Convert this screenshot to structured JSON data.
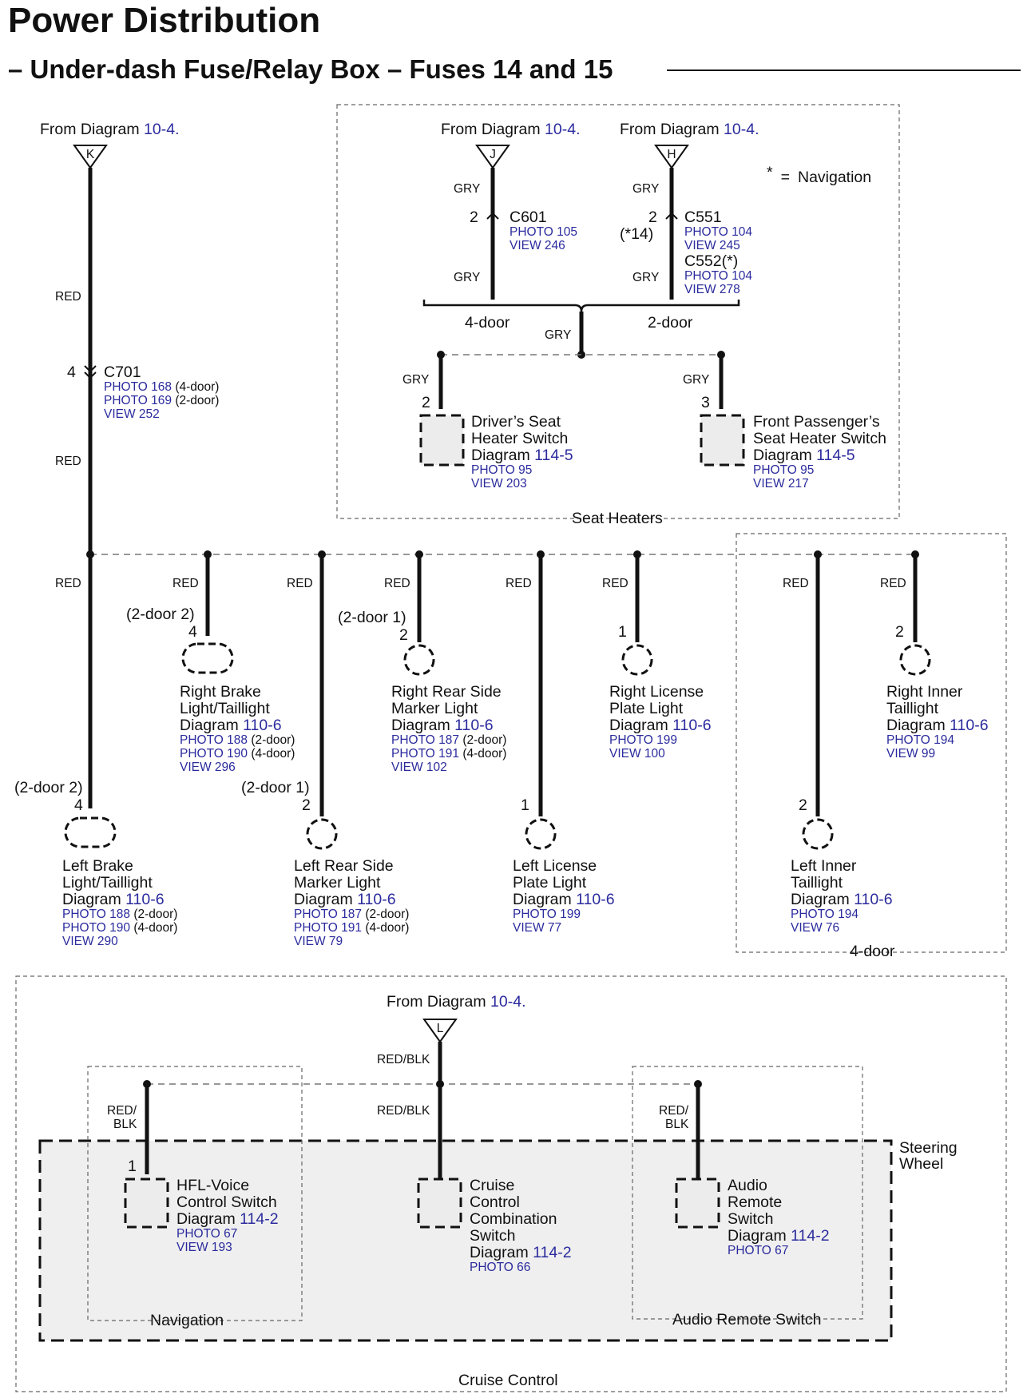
{
  "header": {
    "title": "Power Distribution",
    "subtitle": "– Under-dash Fuse/Relay Box – Fuses 14 and 15"
  },
  "common": {
    "from_diagram": "From Diagram",
    "diagram_ref": "10-4",
    "diagram_word": "Diagram",
    "period": "."
  },
  "sources": {
    "K": "K",
    "J": "J",
    "H": "H",
    "L": "L"
  },
  "nav_note": {
    "star": "*",
    "eq": "=",
    "label": "Navigation"
  },
  "wire_colors": {
    "red": "RED",
    "gry": "GRY",
    "red_blk_a": "RED/",
    "red_blk_b": "BLK",
    "red_blk": "RED/BLK"
  },
  "connectors": {
    "c701": {
      "pin": "4",
      "name": "C701",
      "photo1": "PHOTO 168",
      "photo1_note": "(4-door)",
      "photo2": "PHOTO 169",
      "photo2_note": "(2-door)",
      "view": "VIEW 252"
    },
    "c601": {
      "pin": "2",
      "name": "C601",
      "photo": "PHOTO 105",
      "view": "VIEW 246"
    },
    "c551": {
      "pin": "2",
      "pin_nav": "(*14)",
      "name": "C551",
      "photo": "PHOTO 104",
      "view": "VIEW 245"
    },
    "c552": {
      "name": "C552(*)",
      "photo": "PHOTO 104",
      "view": "VIEW 278"
    }
  },
  "seat_heaters": {
    "group_label": "Seat Heaters",
    "four_door": "4-door",
    "two_door": "2-door",
    "driver": {
      "pin": "2",
      "line1": "Driver’s Seat",
      "line2": "Heater Switch",
      "diagram": "114-5",
      "photo": "PHOTO 95",
      "view": "VIEW 203"
    },
    "passenger": {
      "pin": "3",
      "line1": "Front Passenger’s",
      "line2": "Seat Heater Switch",
      "diagram": "114-5",
      "photo": "PHOTO 95",
      "view": "VIEW 217"
    }
  },
  "lamps": {
    "right_brake": {
      "variant": "(2-door 2)",
      "pin": "4",
      "line1": "Right Brake",
      "line2": "Light/Taillight",
      "diagram": "110-6",
      "photo1": "PHOTO 188",
      "photo1_note": "(2-door)",
      "photo2": "PHOTO 190",
      "photo2_note": "(4-door)",
      "view": "VIEW 296"
    },
    "right_rear_side": {
      "variant": "(2-door 1)",
      "pin": "2",
      "line1": "Right Rear Side",
      "line2": "Marker Light",
      "diagram": "110-6",
      "photo1": "PHOTO 187",
      "photo1_note": "(2-door)",
      "photo2": "PHOTO 191",
      "photo2_note": "(4-door)",
      "view": "VIEW 102"
    },
    "right_license": {
      "pin": "1",
      "line1": "Right License",
      "line2": "Plate Light",
      "diagram": "110-6",
      "photo": "PHOTO 199",
      "view": "VIEW 100"
    },
    "right_inner": {
      "pin": "2",
      "line1": "Right Inner",
      "line2": "Taillight",
      "diagram": "110-6",
      "photo": "PHOTO 194",
      "view": "VIEW 99"
    },
    "left_brake": {
      "variant": "(2-door 2)",
      "pin": "4",
      "line1": "Left Brake",
      "line2": "Light/Taillight",
      "diagram": "110-6",
      "photo1": "PHOTO 188",
      "photo1_note": "(2-door)",
      "photo2": "PHOTO 190",
      "photo2_note": "(4-door)",
      "view": "VIEW 290"
    },
    "left_rear_side": {
      "variant": "(2-door 1)",
      "pin": "2",
      "line1": "Left Rear Side",
      "line2": "Marker Light",
      "diagram": "110-6",
      "photo1": "PHOTO 187",
      "photo1_note": "(2-door)",
      "photo2": "PHOTO 191",
      "photo2_note": "(4-door)",
      "view": "VIEW 79"
    },
    "left_license": {
      "pin": "1",
      "line1": "Left License",
      "line2": "Plate Light",
      "diagram": "110-6",
      "photo": "PHOTO 199",
      "view": "VIEW 77"
    },
    "left_inner": {
      "pin": "2",
      "line1": "Left Inner",
      "line2": "Taillight",
      "diagram": "110-6",
      "photo": "PHOTO 194",
      "view": "VIEW 76"
    },
    "four_door_label": "4-door"
  },
  "cruise": {
    "group_label": "Cruise Control",
    "steering_1": "Steering",
    "steering_2": "Wheel",
    "nav_group": "Navigation",
    "audio_group": "Audio Remote Switch",
    "hfl": {
      "pin": "1",
      "line1": "HFL-Voice",
      "line2": "Control Switch",
      "diagram": "114-2",
      "photo": "PHOTO 67",
      "view": "VIEW 193"
    },
    "ccs": {
      "line1": "Cruise",
      "line2": "Control",
      "line3": "Combination",
      "line4": "Switch",
      "diagram": "114-2",
      "photo": "PHOTO 66"
    },
    "audio": {
      "line1": "Audio",
      "line2": "Remote",
      "line3": "Switch",
      "diagram": "114-2",
      "photo": "PHOTO 67"
    }
  },
  "colors": {
    "link": "#2b2b9e",
    "wire": "#111111",
    "shade": "#ececec"
  }
}
